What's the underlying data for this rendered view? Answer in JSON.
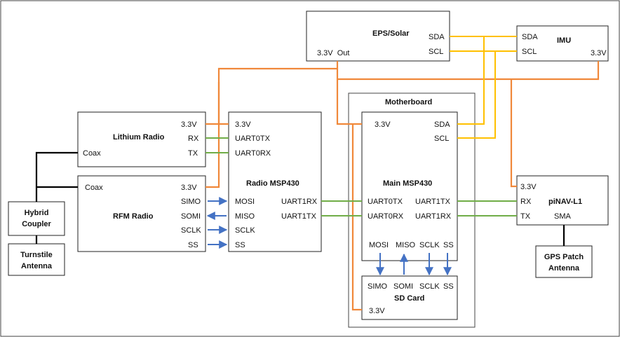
{
  "colors": {
    "power_line": "#f0883a",
    "i2c_line": "#ffc000",
    "uart_line": "#70ad47",
    "spi_arrow": "#4472c4",
    "rf_line": "#000000",
    "box_border": "#222222"
  },
  "eps": {
    "title": "EPS/Solar",
    "sda": "SDA",
    "scl": "SCL",
    "out": "3.3V  Out"
  },
  "imu": {
    "title": "IMU",
    "sda": "SDA",
    "scl": "SCL",
    "v33": "3.3V"
  },
  "lithium": {
    "title": "Lithium Radio",
    "v33": "3.3V",
    "rx": "RX",
    "tx": "TX",
    "coax": "Coax"
  },
  "rfm": {
    "title": "RFM Radio",
    "coax": "Coax",
    "v33": "3.3V",
    "simo": "SIMO",
    "somi": "SOMI",
    "sclk": "SCLK",
    "ss": "SS"
  },
  "radio_msp": {
    "title": "Radio MSP430",
    "v33": "3.3V",
    "uart0tx": "UART0TX",
    "uart0rx": "UART0RX",
    "mosi": "MOSI",
    "miso": "MISO",
    "sclk": "SCLK",
    "ss": "SS",
    "uart1rx": "UART1RX",
    "uart1tx": "UART1TX"
  },
  "motherboard": {
    "title": "Motherboard"
  },
  "main_msp": {
    "title": "Main MSP430",
    "v33": "3.3V",
    "sda": "SDA",
    "scl": "SCL",
    "uart0tx": "UART0TX",
    "uart0rx": "UART0RX",
    "uart1tx": "UART1TX",
    "uart1rx": "UART1RX",
    "mosi": "MOSI",
    "miso": "MISO",
    "sclk": "SCLK",
    "ss": "SS"
  },
  "sd_card": {
    "title": "SD Card",
    "simo": "SIMO",
    "somi": "SOMI",
    "sclk": "SCLK",
    "ss": "SS",
    "v33": "3.3V"
  },
  "pinav": {
    "title": "piNAV-L1",
    "v33": "3.3V",
    "rx": "RX",
    "tx": "TX",
    "sma": "SMA"
  },
  "hybrid": {
    "line1": "Hybrid",
    "line2": "Coupler"
  },
  "turnstile": {
    "line1": "Turnstile",
    "line2": "Antenna"
  },
  "gps": {
    "line1": "GPS Patch",
    "line2": "Antenna"
  }
}
